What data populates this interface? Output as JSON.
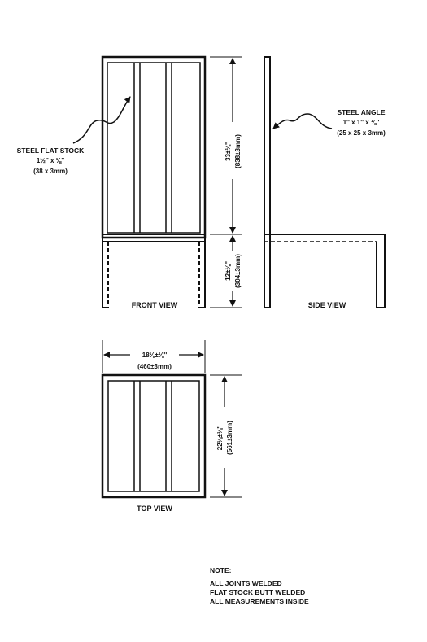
{
  "front_view": {
    "title": "FRONT VIEW"
  },
  "side_view": {
    "title": "SIDE VIEW"
  },
  "top_view": {
    "title": "TOP VIEW"
  },
  "callouts": {
    "flat_stock": {
      "name": "STEEL FLAT STOCK",
      "size_in": "1½'' x ⅛''",
      "size_mm": "(38 x 3mm)"
    },
    "angle": {
      "name": "STEEL ANGLE",
      "size_in": "1'' x 1'' x ⅛''",
      "size_mm": "(25 x 25 x 3mm)"
    }
  },
  "dimensions": {
    "back_height_in": "33±⅛''",
    "back_height_mm": "(838±3mm)",
    "seat_height_in": "12±⅛''",
    "seat_height_mm": "(304±3mm)",
    "width_in": "18⅛±⅛''",
    "width_mm": "(460±3mm)",
    "depth_in": "22⅛±⅛''",
    "depth_mm": "(561±3mm)"
  },
  "note": {
    "title": "NOTE:",
    "lines": [
      "ALL JOINTS WELDED",
      "FLAT STOCK BUTT WELDED",
      "ALL MEASUREMENTS INSIDE"
    ]
  }
}
